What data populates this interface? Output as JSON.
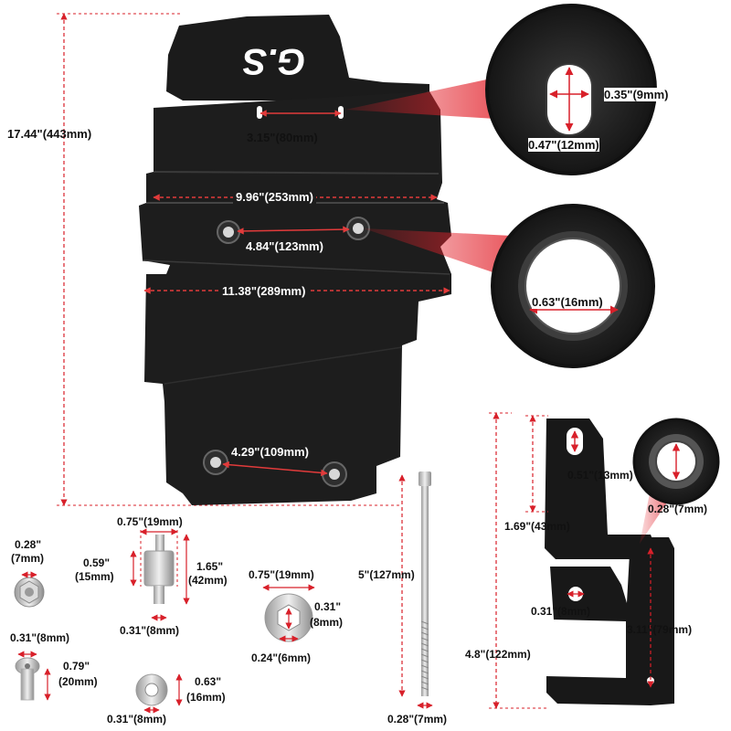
{
  "dimensions": {
    "overall_height": "17.44\"(443mm)",
    "slot_top_spacing": "3.15\"(80mm)",
    "width_upper": "9.96\"(253mm)",
    "hole_spacing_upper": "4.84\"(123mm)",
    "width_lower": "11.38\"(289mm)",
    "hole_spacing_bottom": "4.29\"(109mm)",
    "slot_width": "0.35\"(9mm)",
    "slot_height": "0.47\"(12mm)",
    "hole_diameter": "0.63\"(16mm)",
    "bracket_slot": "0.51\"(13mm)",
    "bracket_upper_height": "1.69\"(43mm)",
    "nut_insert": "0.28\"(7mm)",
    "bracket_hole": "0.31\"(8mm)",
    "bracket_lower_height": "3.11\"(79mm)",
    "bracket_total_height": "4.8\"(122mm)",
    "bolt_length": "5\"(127mm)",
    "bolt_diameter": "0.28\"(7mm)"
  },
  "hardware": {
    "nut_size_line1": "0.28\"",
    "nut_size_line2": "(7mm)",
    "standoff_width": "0.75\"(19mm)",
    "standoff_body_line1": "0.59\"",
    "standoff_body_line2": "(15mm)",
    "standoff_total_line1": "1.65\"",
    "standoff_total_line2": "(42mm)",
    "standoff_thread": "0.31\"(8mm)",
    "spacer_width": "0.75\"(19mm)",
    "spacer_height_line1": "0.31\"",
    "spacer_height_line2": "(8mm)",
    "spacer_hole": "0.24\"(6mm)",
    "screw_head": "0.31\"(8mm)",
    "screw_length_line1": "0.79\"",
    "screw_length_line2": "(20mm)",
    "washer_outer_line1": "0.63\"",
    "washer_outer_line2": "(16mm)",
    "washer_inner": "0.31\"(8mm)"
  },
  "logo_text": "G.S",
  "colors": {
    "plate": "#1c1c1c",
    "accent_red": "#d8202a",
    "hardware_silver": "#c9c9c9"
  }
}
